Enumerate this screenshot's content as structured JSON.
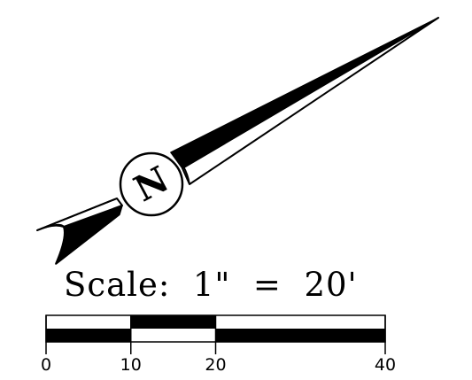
{
  "north_arrow": {
    "letter": "N"
  },
  "scale": {
    "title": "Scale:  1\"  =  20'",
    "ticks": [
      {
        "value": 0,
        "label": "0"
      },
      {
        "value": 10,
        "label": "10"
      },
      {
        "value": 20,
        "label": "20"
      },
      {
        "value": 40,
        "label": "40"
      }
    ],
    "max": 40
  },
  "colors": {
    "ink": "#000000",
    "paper": "#ffffff"
  }
}
